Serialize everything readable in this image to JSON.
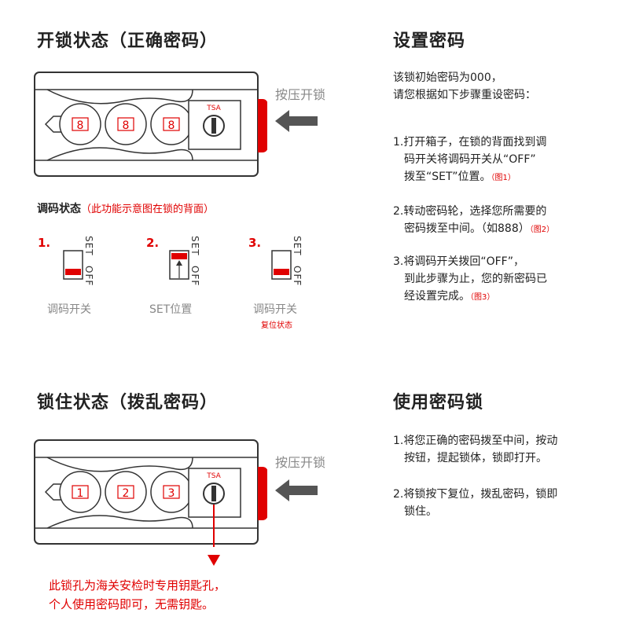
{
  "open_section": {
    "title": "开锁状态（正确密码）",
    "press_label": "按压开锁",
    "wheel_digits": [
      "8",
      "8",
      "8"
    ],
    "tsa_label": "TSA"
  },
  "dial_state": {
    "title": "调码状态",
    "note": "（此功能示意图在锁的背面）",
    "items": [
      {
        "number": "1.",
        "set": "SET",
        "off": "OFF",
        "caption": "调码开关",
        "sub": ""
      },
      {
        "number": "2.",
        "set": "SET",
        "off": "OFF",
        "caption": "SET位置",
        "sub": ""
      },
      {
        "number": "3.",
        "set": "SET",
        "off": "OFF",
        "caption": "调码开关",
        "sub": "复位状态"
      }
    ]
  },
  "set_password": {
    "title": "设置密码",
    "intro": [
      "该锁初始密码为000，",
      "请您根据如下步骤重设密码："
    ],
    "steps": [
      {
        "lines": [
          "1.打开箱子，在锁的背面找到调",
          "码开关将调码开关从“OFF”",
          "拨至“SET”位置。"
        ],
        "ref": "（图1）"
      },
      {
        "lines": [
          "2.转动密码轮，选择您所需要的",
          "密码拨至中间。（如888）"
        ],
        "ref": "（图2）"
      },
      {
        "lines": [
          "3.将调码开关拨回“OFF”，",
          "到此步骤为止，您的新密码已",
          "经设置完成。"
        ],
        "ref": "（图3）"
      }
    ]
  },
  "locked_section": {
    "title": "锁住状态（拨乱密码）",
    "press_label": "按压开锁",
    "wheel_digits": [
      "1",
      "2",
      "3"
    ],
    "tsa_label": "TSA",
    "keyhole_note": [
      "此锁孔为海关安检时专用钥匙孔，",
      "个人使用密码即可，无需钥匙。"
    ]
  },
  "use_lock": {
    "title": "使用密码锁",
    "steps": [
      [
        "1.将您正确的密码拨至中间，按动",
        "按钮，提起锁体，锁即打开。"
      ],
      [
        "2.将锁按下复位，拨乱密码，锁即",
        "锁住。"
      ]
    ]
  },
  "colors": {
    "accent": "#e00000",
    "arrow": "#555555",
    "lock_outline": "#333333"
  }
}
